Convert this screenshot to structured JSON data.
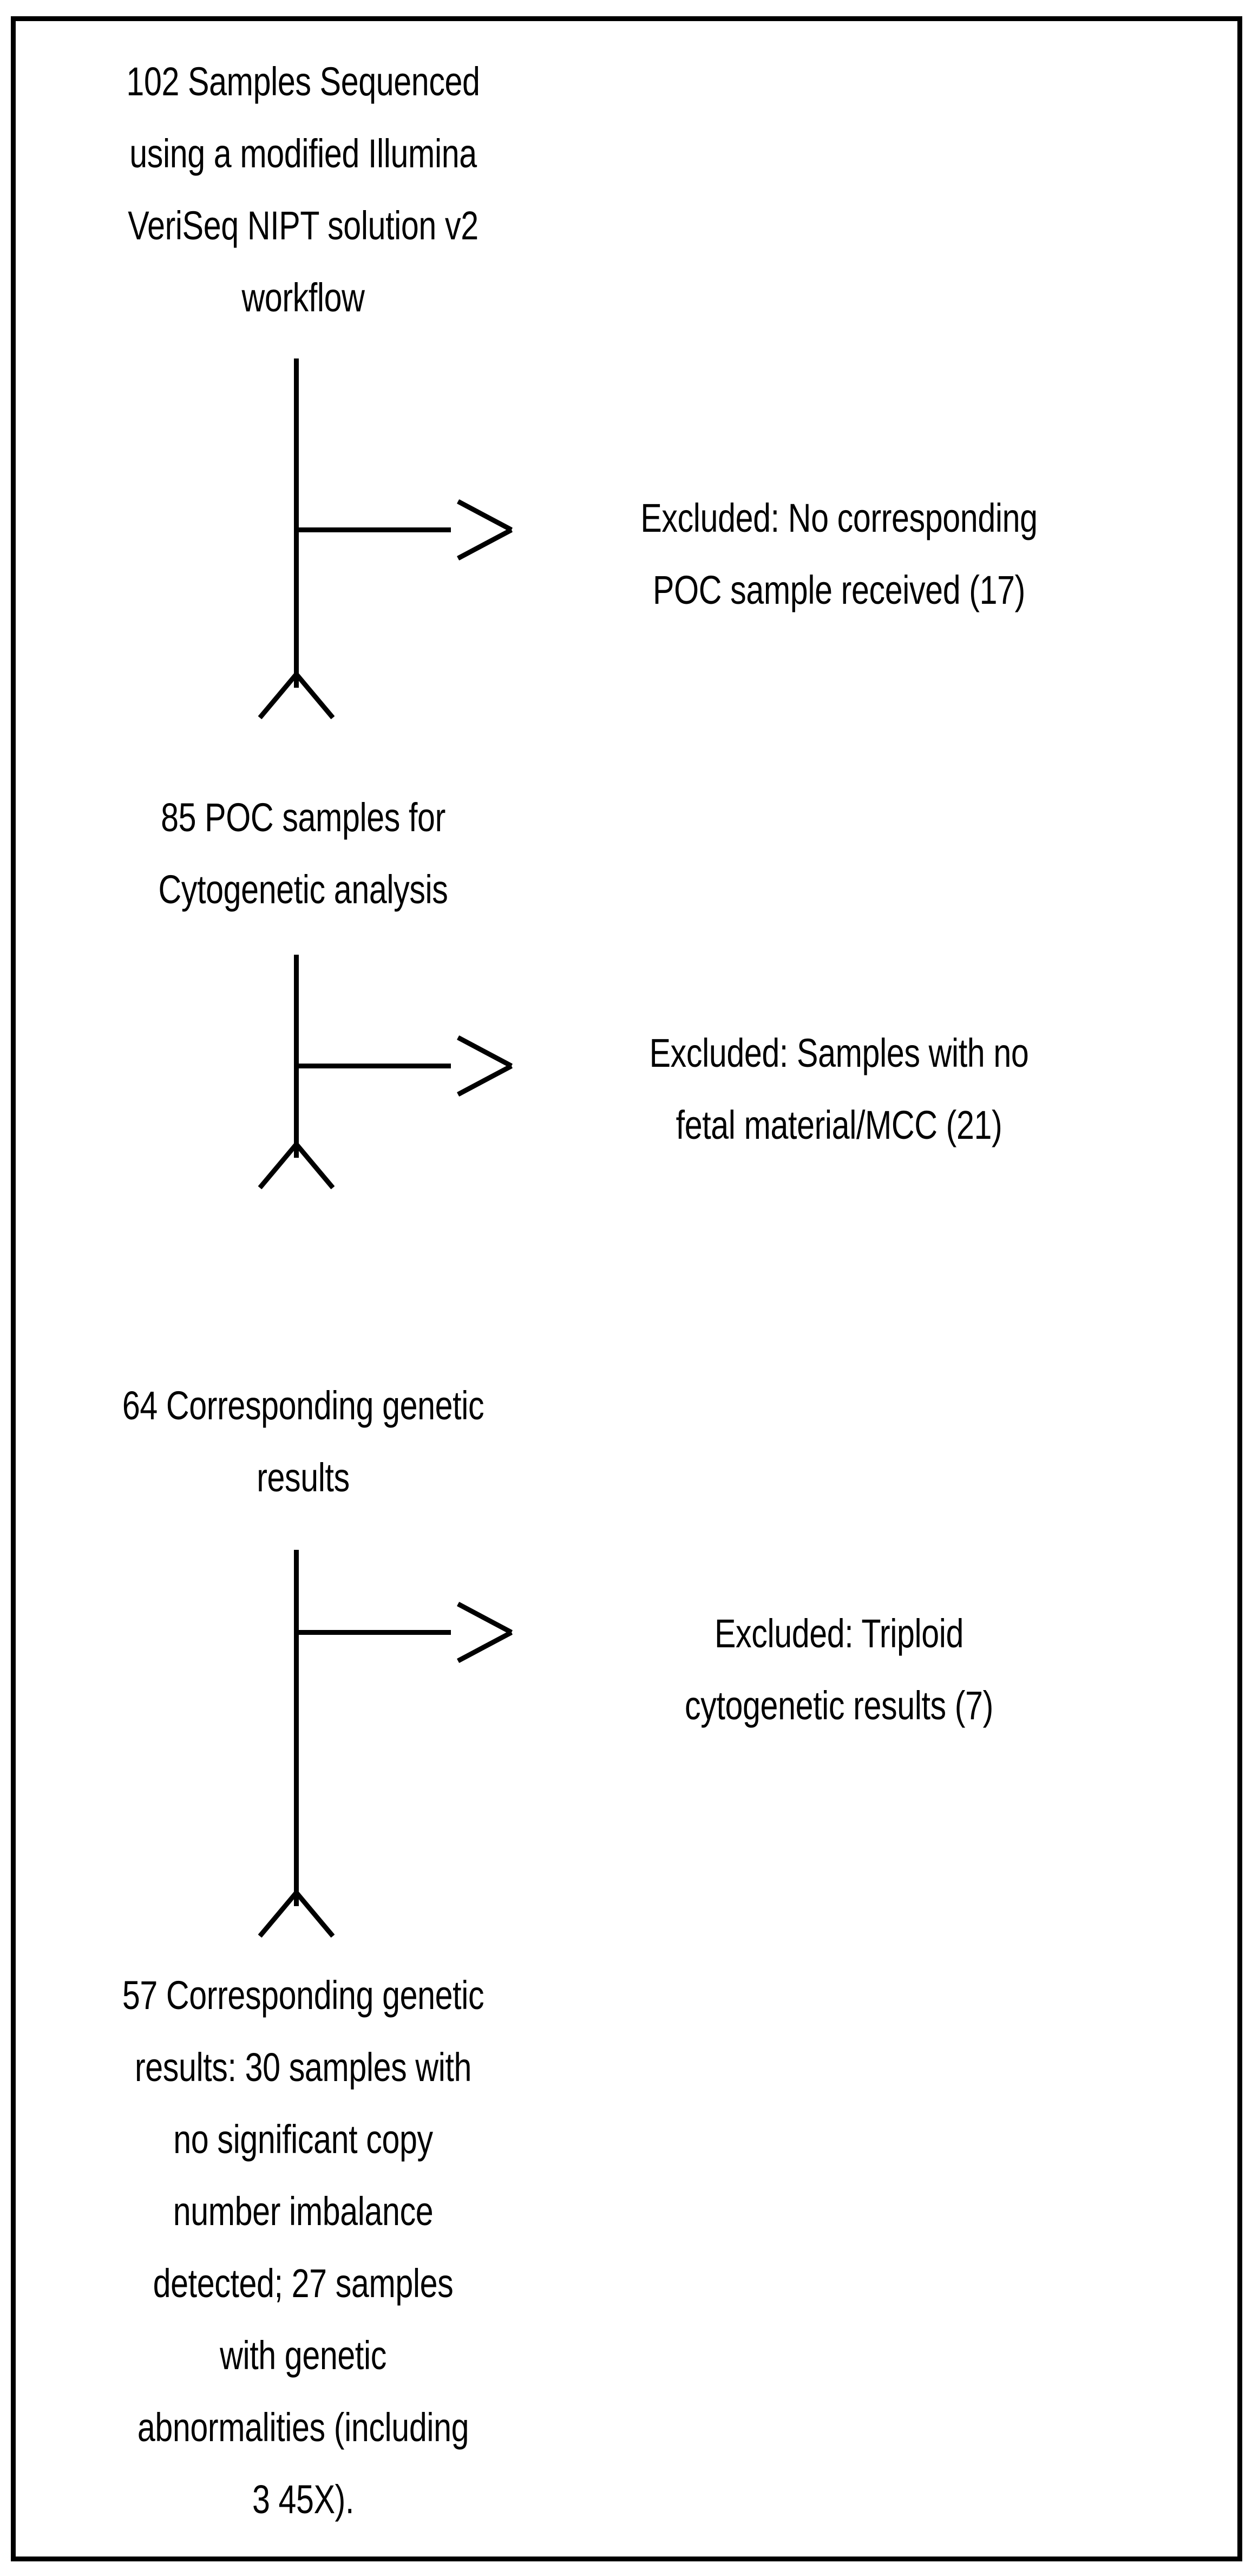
{
  "diagram": {
    "type": "flowchart",
    "title": "Sample selection flow",
    "orientation": "vertical",
    "border_color": "#000000",
    "text_color": "#000000",
    "background_color": "#ffffff",
    "nodes": [
      {
        "id": "sequenced",
        "count": 102,
        "text": "102 Samples Sequenced\nusing a modified Illumina\nVeriSeq NIPT solution v2\nworkflow",
        "column": "left"
      },
      {
        "id": "poc-samples",
        "count": 85,
        "text": "85 POC samples for\nCytogenetic analysis",
        "column": "left"
      },
      {
        "id": "corresponding-64",
        "count": 64,
        "text": "64 Corresponding genetic\nresults",
        "column": "left"
      },
      {
        "id": "corresponding-57",
        "count": 57,
        "text": "57 Corresponding genetic\nresults: 30 samples with\nno significant copy\nnumber imbalance\ndetected; 27 samples\nwith genetic\nabnormalities (including\n3 45X).",
        "column": "left"
      }
    ],
    "exclusions": [
      {
        "id": "excluded-no-poc",
        "count": 17,
        "text": "Excluded: No corresponding\nPOC sample received (17)",
        "column": "right"
      },
      {
        "id": "excluded-no-fetal-material",
        "count": 21,
        "text": "Excluded: Samples with no\nfetal material/MCC (21)",
        "column": "right"
      },
      {
        "id": "excluded-triploid",
        "count": 7,
        "text": "Excluded: Triploid\ncytogenetic results (7)",
        "column": "right"
      }
    ],
    "connectors": [
      {
        "id": "connector-1",
        "from": "sequenced",
        "to": "poc-samples",
        "branch_to": "excluded-no-poc"
      },
      {
        "id": "connector-2",
        "from": "poc-samples",
        "to": "corresponding-64",
        "branch_to": "excluded-no-fetal-material"
      },
      {
        "id": "connector-3",
        "from": "corresponding-64",
        "to": "corresponding-57",
        "branch_to": "excluded-triploid"
      }
    ]
  }
}
